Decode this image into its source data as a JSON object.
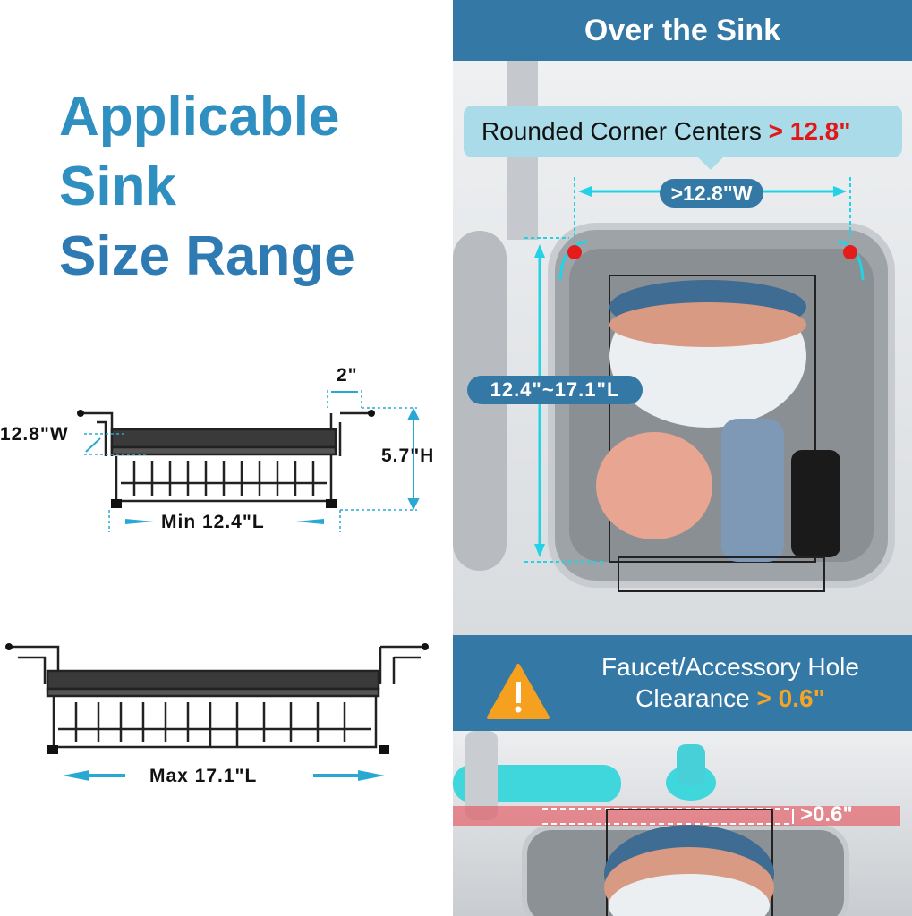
{
  "left_panel": {
    "title_lines": [
      "Applicable",
      "Sink",
      "Size Range"
    ],
    "min_rack": {
      "depth_label": "2\"",
      "width_label": "12.8\"W",
      "height_label": "5.7\"H",
      "length_label": "Min 12.4\"L"
    },
    "max_rack": {
      "length_label": "Max 17.1\"L"
    }
  },
  "right_panel": {
    "header": "Over the Sink",
    "callout": {
      "text": "Rounded Corner Centers",
      "value": "> 12.8\""
    },
    "width_pill": ">12.8\"W",
    "length_pill": "12.4\"~17.1\"L",
    "warning": {
      "icon": "warning-triangle-icon",
      "line1": "Faucet/Accessory Hole",
      "line2_text": "Clearance",
      "line2_value": "> 0.6\""
    },
    "clearance_label": ">0.6\""
  },
  "colors": {
    "title_blue": "#2f8fc0",
    "bar_blue": "#3478a6",
    "callout_bg": "#a9dbe9",
    "accent_red": "#e01818",
    "accent_orange": "#f5a524",
    "dimension_cyan": "#22d3e6"
  }
}
